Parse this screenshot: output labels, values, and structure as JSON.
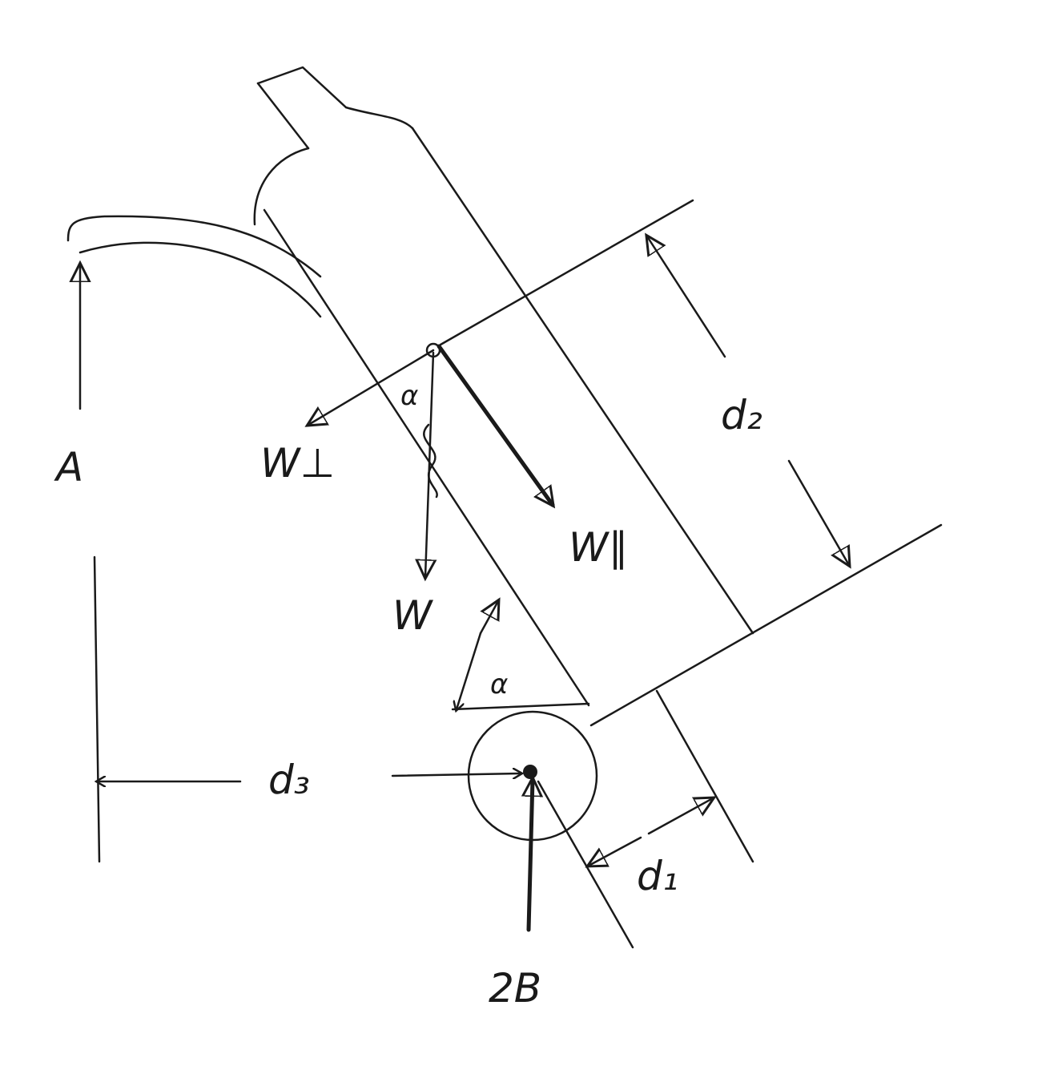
{
  "labels": {
    "A": "A",
    "W_perp": "W⊥",
    "alpha_top": "α",
    "W": "W",
    "W_parallel": "W∥",
    "d2": "d₂",
    "d3": "d₃",
    "d1": "d₁",
    "B2": "2B",
    "alpha_bottom": "α"
  },
  "colors": {
    "ink": "#1a1a1a",
    "paper": "#ffffff"
  }
}
